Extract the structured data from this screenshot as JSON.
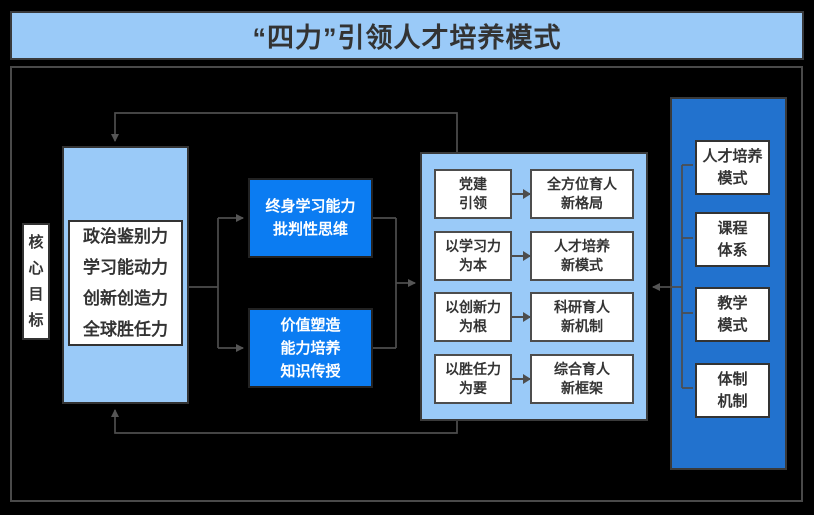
{
  "title": "“四力”引领人才培养模式",
  "colors": {
    "light_blue": "#9ACAF8",
    "bright_blue": "#0B7CF2",
    "medium_blue": "#2272CE",
    "connector_gray": "#4d4d4d"
  },
  "core_goal": {
    "label": "核\n心\n目\n标"
  },
  "four_forces": {
    "text": "政治鉴别力\n学习能动力\n创新创造力\n全球胜任力"
  },
  "capabilities": {
    "top": "终身学习能力\n批判性思维",
    "bottom": "价值塑造\n能力培养\n知识传授"
  },
  "mechanisms": {
    "rows": [
      {
        "left": "党建\n引领",
        "right": "全方位育人\n新格局"
      },
      {
        "left": "以学习力\n为本",
        "right": "人才培养\n新模式"
      },
      {
        "left": "以创新力\n为根",
        "right": "科研育人\n新机制"
      },
      {
        "left": "以胜任力\n为要",
        "right": "综合育人\n新框架"
      }
    ]
  },
  "outcomes": {
    "items": [
      "人才培养\n模式",
      "课程\n体系",
      "教学\n模式",
      "体制\n机制"
    ]
  }
}
